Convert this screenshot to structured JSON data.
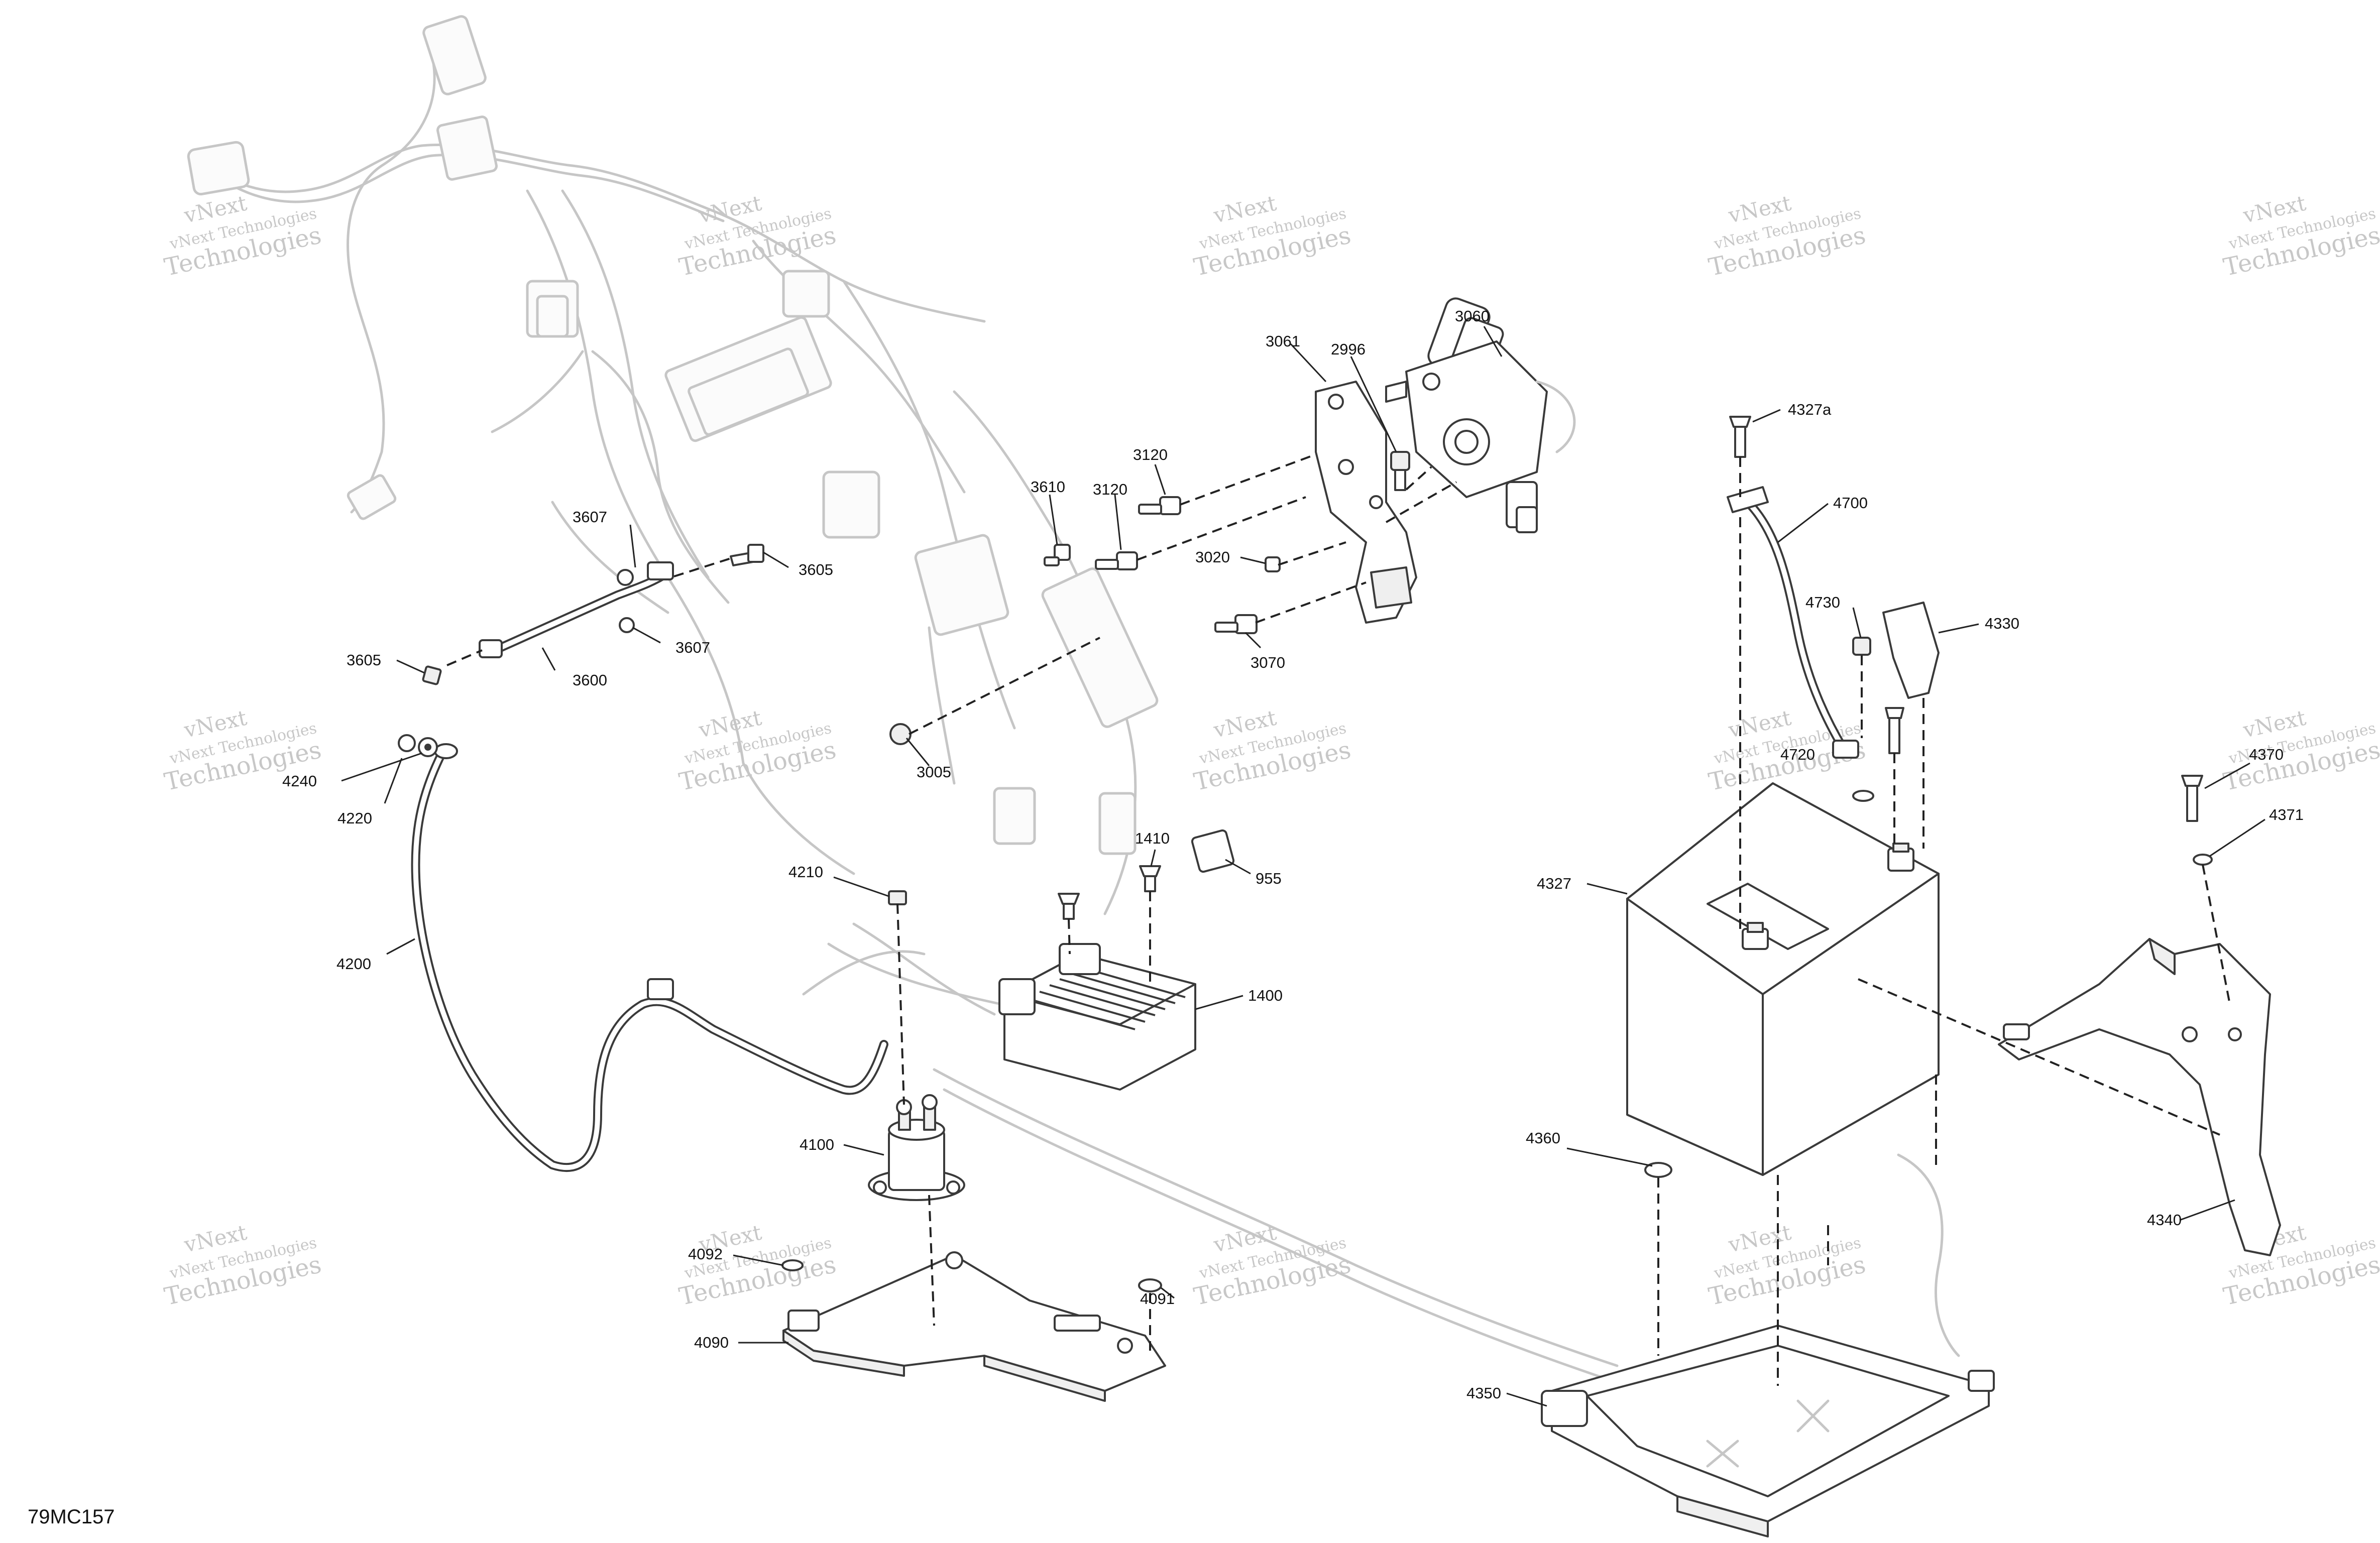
{
  "figure_code": "79MC157",
  "watermark": {
    "line1": "vNext Technologies",
    "line2": "Technologies",
    "arc": "vNext"
  },
  "callouts": [
    "3060",
    "3061",
    "2996",
    "3120",
    "3120",
    "3610",
    "3020",
    "3070",
    "3005",
    "3607",
    "3605",
    "3607",
    "3605",
    "3600",
    "4327a",
    "4700",
    "4730",
    "4330",
    "4720",
    "4327",
    "4370",
    "4371",
    "4340",
    "4360",
    "4350",
    "4240",
    "4220",
    "4200",
    "4210",
    "1410",
    "955",
    "1400",
    "4100",
    "4092",
    "4091",
    "4090"
  ]
}
